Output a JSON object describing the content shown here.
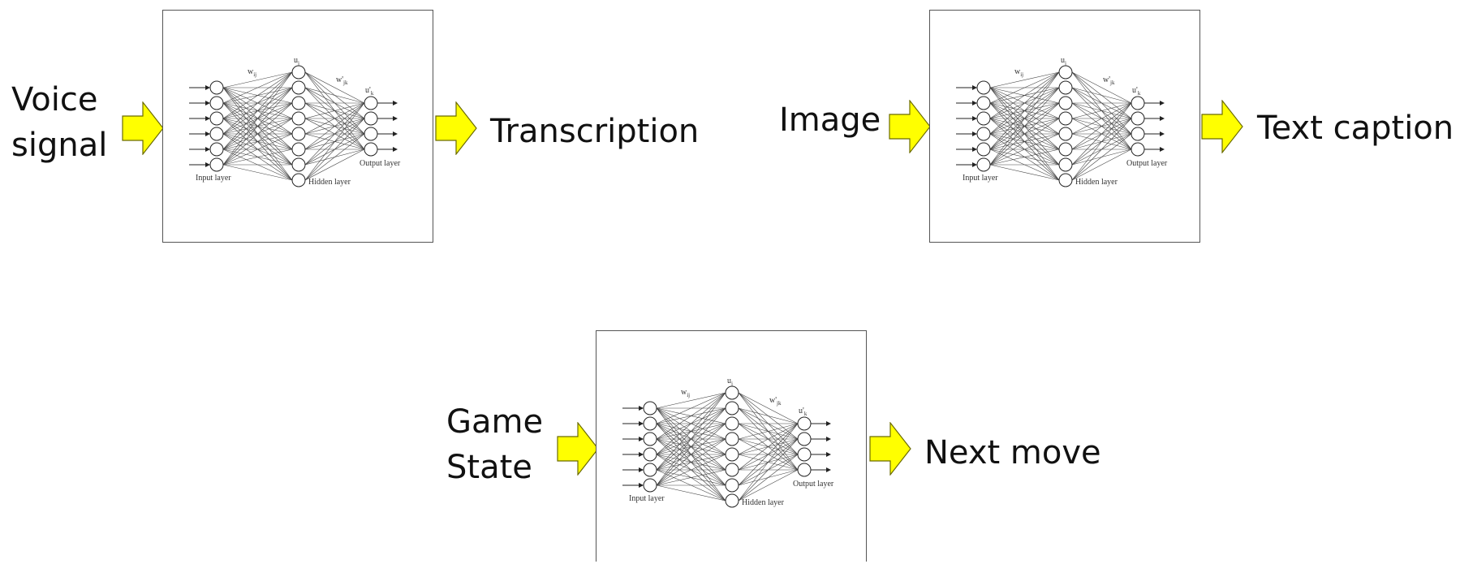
{
  "colors": {
    "arrow_fill": "#ffff00",
    "arrow_stroke": "#6b6b00",
    "frame": "#555555",
    "network_lines": "#444444"
  },
  "network": {
    "weight_in": "w",
    "weight_in_sub": "ij",
    "hidden_unit": "u",
    "hidden_unit_sub": "j",
    "weight_out": "w'",
    "weight_out_sub": "jk",
    "output_unit": "u'",
    "output_unit_sub": "k",
    "input_layer": "Input layer",
    "hidden_layer": "Hidden layer",
    "output_layer": "Output layer",
    "input_nodes": 6,
    "hidden_nodes": 8,
    "output_nodes": 4
  },
  "examples": [
    {
      "input_line1": "Voice",
      "input_line2": "signal",
      "output": "Transcription"
    },
    {
      "input_line1": "Image",
      "output": "Text caption"
    },
    {
      "input_line1": "Game",
      "input_line2": "State",
      "output": "Next move"
    }
  ]
}
